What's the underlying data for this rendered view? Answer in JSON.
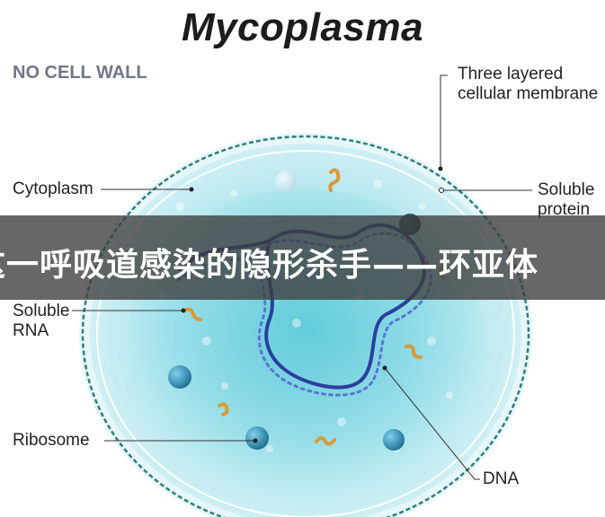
{
  "diagram": {
    "title": "Mycoplasma",
    "subtitle_tag": "NO CELL WALL",
    "labels": {
      "membrane_line1": "Three layered",
      "membrane_line2": "cellular membrane",
      "cytoplasm": "Cytoplasm",
      "soluble_protein_line1": "Soluble",
      "soluble_protein_line2": "protein",
      "soluble_rna_line1": "Soluble",
      "soluble_rna_line2": "RNA",
      "ribosome": "Ribosome",
      "dna": "DNA"
    }
  },
  "banner": {
    "text": "这一呼吸道感染的隐形杀手——环亚体"
  },
  "colors": {
    "cell_fill": "#bfe9ef",
    "cell_membrane": "#2f7e7e",
    "dna_strand": "#2b3f9e",
    "rna": "#d99a3a",
    "ribosome": "#3a8fb3",
    "banner_bg": "#3c3c3c"
  }
}
